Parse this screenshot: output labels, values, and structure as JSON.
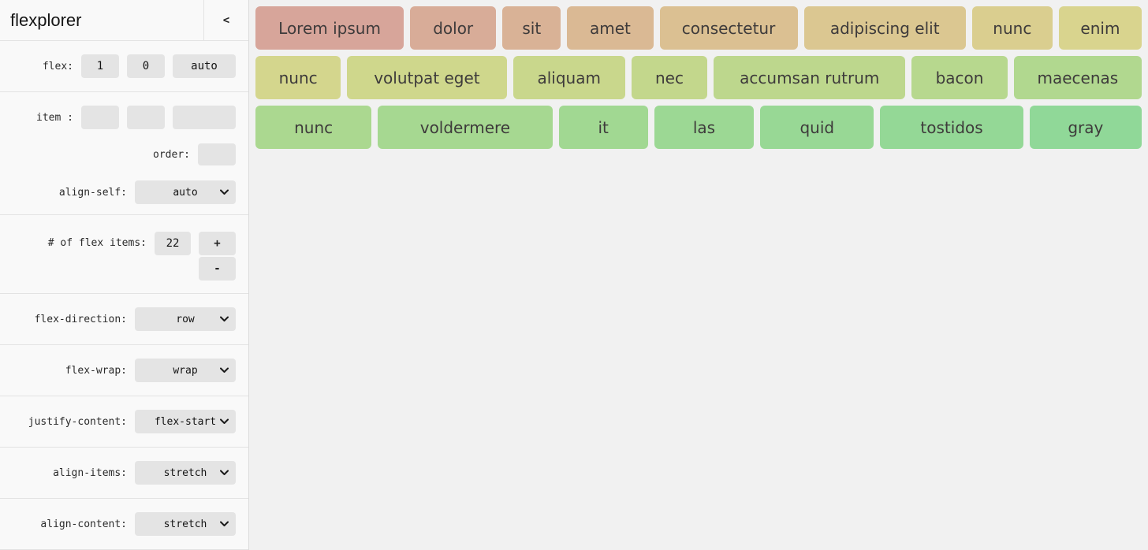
{
  "app": {
    "title": "flexplorer",
    "collapse_glyph": "<"
  },
  "colors": {
    "main_bg": "#f1f1f1",
    "sidebar_bg": "#f9f9f9",
    "control_bg": "#e4e4e4",
    "divider": "#e3e3e3",
    "item_text": "#3e3b3b"
  },
  "sidebar": {
    "flex_row": {
      "label": "flex:",
      "values": [
        "1",
        "0",
        "auto"
      ]
    },
    "item_row": {
      "label": "item :",
      "values": [
        "",
        "",
        ""
      ]
    },
    "order_row": {
      "label": "order:",
      "value": ""
    },
    "align_self": {
      "label": "align-self:",
      "value": "auto"
    },
    "count_row": {
      "label": "# of flex items:",
      "value": "22",
      "increment_label": "+",
      "decrement_label": "-"
    },
    "flex_direction": {
      "label": "flex-direction:",
      "value": "row"
    },
    "flex_wrap": {
      "label": "flex-wrap:",
      "value": "wrap"
    },
    "justify_content": {
      "label": "justify-content:",
      "value": "flex-start"
    },
    "align_items": {
      "label": "align-items:",
      "value": "stretch"
    },
    "align_content": {
      "label": "align-content:",
      "value": "stretch"
    }
  },
  "flex_items": [
    {
      "label": "Lorem ipsum",
      "color": "#d7a59a",
      "basis": 182
    },
    {
      "label": "dolor",
      "color": "#d8ac98",
      "basis": 103
    },
    {
      "label": "sit",
      "color": "#d9b296",
      "basis": 68
    },
    {
      "label": "amet",
      "color": "#dab994",
      "basis": 103
    },
    {
      "label": "consectetur",
      "color": "#dbc092",
      "basis": 169
    },
    {
      "label": "adipiscing elit",
      "color": "#dbc791",
      "basis": 199
    },
    {
      "label": "nunc",
      "color": "#dace8f",
      "basis": 96
    },
    {
      "label": "enim",
      "color": "#d9d48e",
      "basis": 99
    },
    {
      "label": "nunc",
      "color": "#d4d68d",
      "basis": 103
    },
    {
      "label": "volutpat eget",
      "color": "#cfd78c",
      "basis": 197
    },
    {
      "label": "aliquam",
      "color": "#c9d78c",
      "basis": 137
    },
    {
      "label": "nec",
      "color": "#c3d78c",
      "basis": 91
    },
    {
      "label": "accumsan rutrum",
      "color": "#bdd78d",
      "basis": 238
    },
    {
      "label": "bacon",
      "color": "#b7d88e",
      "basis": 116
    },
    {
      "label": "maecenas",
      "color": "#b1d88f",
      "basis": 157
    },
    {
      "label": "nunc",
      "color": "#abd890",
      "basis": 142
    },
    {
      "label": "voldermere",
      "color": "#a6d891",
      "basis": 216
    },
    {
      "label": "it",
      "color": "#a1d892",
      "basis": 108
    },
    {
      "label": "las",
      "color": "#9cd894",
      "basis": 121
    },
    {
      "label": "quid",
      "color": "#98d895",
      "basis": 139
    },
    {
      "label": "tostidos",
      "color": "#94d896",
      "basis": 176
    },
    {
      "label": "gray",
      "color": "#90d898",
      "basis": 137
    }
  ]
}
